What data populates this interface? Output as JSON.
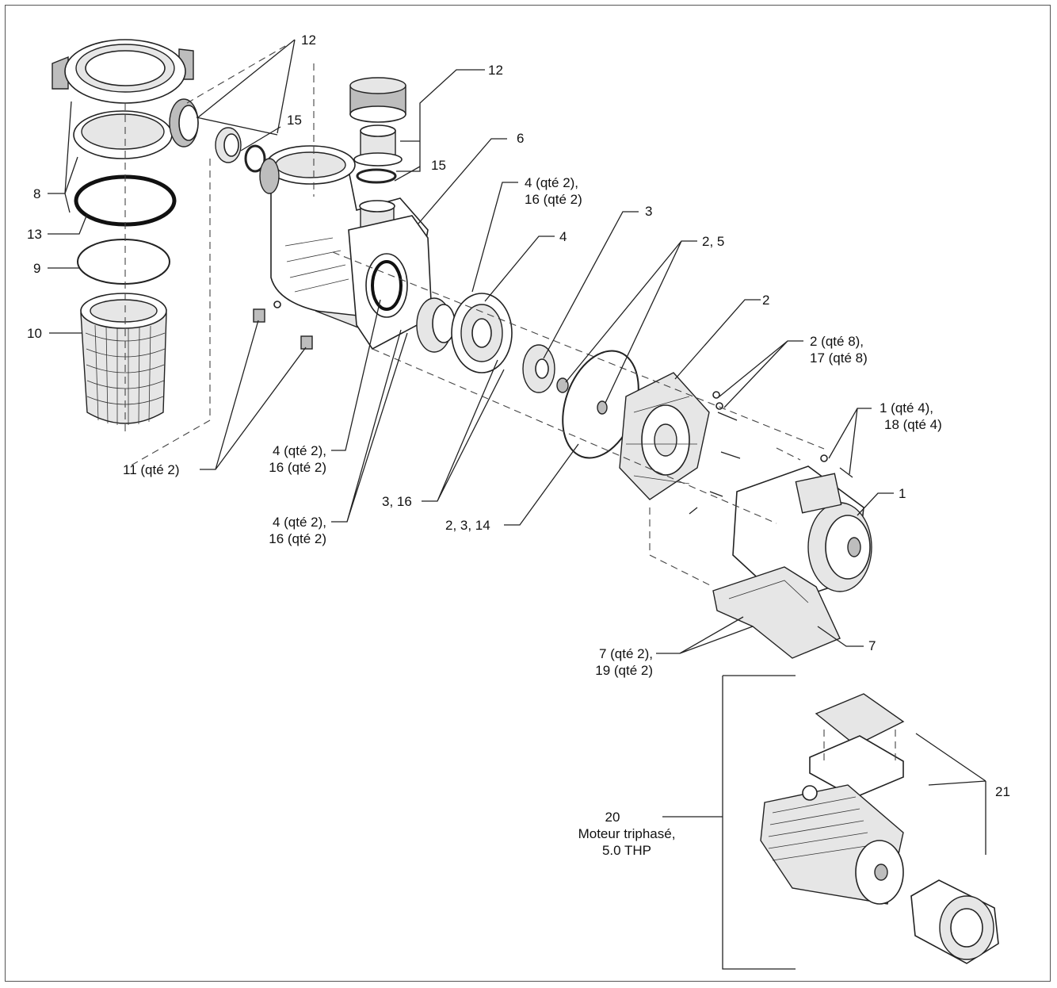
{
  "callouts": {
    "c12a": "12",
    "c12b": "12",
    "c15a": "15",
    "c15b": "15",
    "c6": "6",
    "c4a_1": "4 (qté 2),",
    "c4a_2": "16 (qté 2)",
    "c3": "3",
    "c4": "4",
    "c25": "2, 5",
    "c2": "2",
    "c2b_1": "2 (qté 8),",
    "c2b_2": "17 (qté 8)",
    "c1a_1": "1 (qté 4),",
    "c1a_2": "18 (qté 4)",
    "c8": "8",
    "c13": "13",
    "c9": "9",
    "c10": "10",
    "c11": "11 (qté 2)",
    "c4b_1": "4 (qté 2),",
    "c4b_2": "16 (qté 2)",
    "c316": "3, 16",
    "c2314": "2, 3, 14",
    "c4c_1": "4 (qté 2),",
    "c4c_2": "16 (qté 2)",
    "c1": "1",
    "c7": "7",
    "c7b_1": "7 (qté 2),",
    "c7b_2": "19 (qté 2)",
    "c20_1": "20",
    "c20_2": "Moteur triphasé,",
    "c20_3": "5.0 THP",
    "c21": "21"
  }
}
